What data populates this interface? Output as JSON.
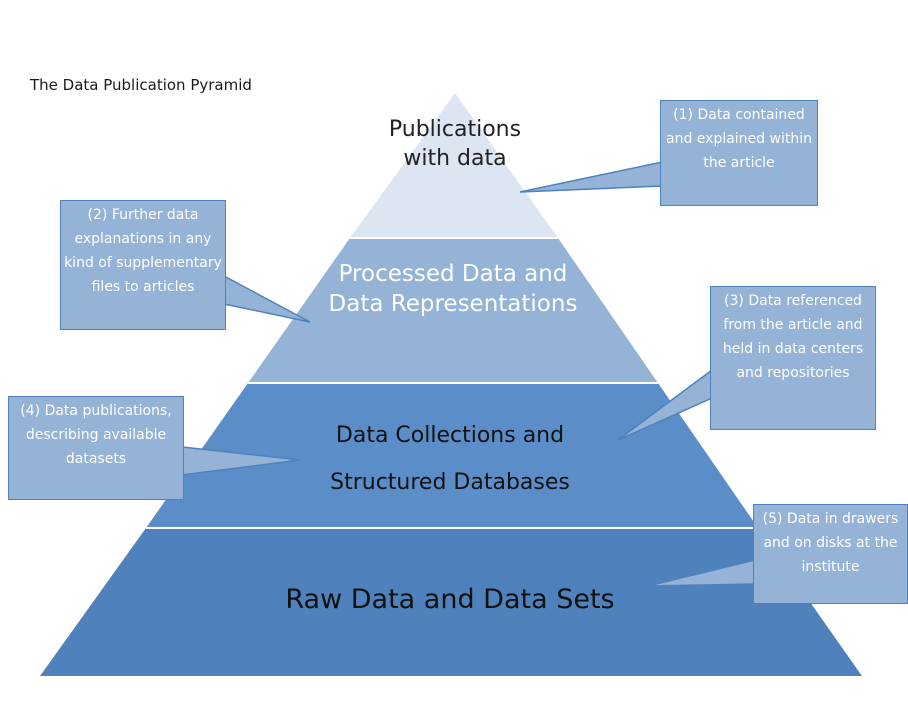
{
  "title": "The Data Publication Pyramid",
  "colors": {
    "tier_1": "#dce6f2",
    "tier_2": "#95b3d7",
    "tier_3": "#5b8ec9",
    "tier_4": "#4f81bd",
    "callout_fill": "#95b3d7",
    "callout_border": "#4f81bd",
    "tier_divider": "#ffffff"
  },
  "tiers": [
    {
      "label": "Publications with data"
    },
    {
      "label": "Processed Data and Data Representations"
    },
    {
      "label": "Data Collections and Structured Databases"
    },
    {
      "label": "Raw Data and Data Sets"
    }
  ],
  "callouts": [
    {
      "text": "(1) Data contained and explained within the article"
    },
    {
      "text": "(2) Further data explanations in any kind of supplementary files to articles"
    },
    {
      "text": "(3) Data referenced from the article and held in data centers and repositories"
    },
    {
      "text": "(4) Data publications, describing available datasets"
    },
    {
      "text": "(5) Data in drawers and on disks at the institute"
    }
  ]
}
